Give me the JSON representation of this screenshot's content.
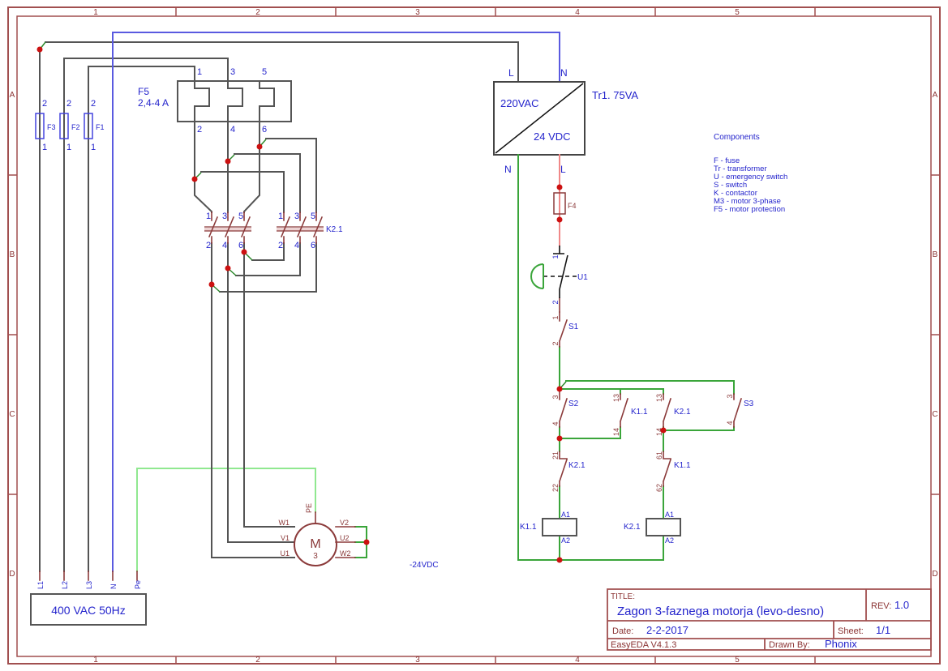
{
  "frame": {
    "columns": [
      "1",
      "2",
      "3",
      "4",
      "5"
    ],
    "rows": [
      "A",
      "B",
      "C",
      "D"
    ]
  },
  "supply": {
    "box_label": "400 VAC 50Hz",
    "line_labels": [
      "L1",
      "L2",
      "L3",
      "N",
      "Pe"
    ]
  },
  "fuses": {
    "f3": "F3",
    "f2": "F2",
    "f1": "F1",
    "pin_top": "2",
    "pin_bottom": "1"
  },
  "f5": {
    "name": "F5",
    "rating": "2,4-4 A",
    "pins_top": [
      "1",
      "3",
      "5"
    ],
    "pins_bottom": [
      "2",
      "4",
      "6"
    ]
  },
  "main_contacts": {
    "label": "K2.1",
    "pins_top": [
      "1",
      "3",
      "5"
    ],
    "pins_bottom": [
      "2",
      "4",
      "6"
    ]
  },
  "motor": {
    "letter": "M",
    "phases": "3",
    "pin_w1": "W1",
    "pin_v1": "V1",
    "pin_u1": "U1",
    "pin_v2": "V2",
    "pin_u2": "U2",
    "pin_w2": "W2",
    "pin_pe": "PE"
  },
  "transformer": {
    "name": "Tr1. 75VA",
    "primary": "220VAC",
    "secondary": "24 VDC",
    "pin_top_l": "L",
    "pin_top_n": "N",
    "pin_bot_n": "N",
    "pin_bot_l": "L"
  },
  "f4": {
    "name": "F4"
  },
  "u1": {
    "name": "U1",
    "pin1": "1",
    "pin2": "2"
  },
  "s1": {
    "name": "S1",
    "pin1": "1",
    "pin2": "2"
  },
  "s2": {
    "name": "S2",
    "pin1": "3",
    "pin2": "4"
  },
  "s3": {
    "name": "S3",
    "pin1": "3",
    "pin2": "4"
  },
  "k11_no": {
    "name": "K1.1",
    "pin1": "13",
    "pin2": "14"
  },
  "k21_no": {
    "name": "K2.1",
    "pin1": "13",
    "pin2": "14"
  },
  "k21_nc": {
    "name": "K2.1",
    "pin1": "21",
    "pin2": "22"
  },
  "k11_nc": {
    "name": "K1.1",
    "pin1": "61",
    "pin2": "62"
  },
  "k11_coil": {
    "name": "K1.1",
    "pin_a1": "A1",
    "pin_a2": "A2"
  },
  "k21_coil": {
    "name": "K2.1",
    "pin_a1": "A1",
    "pin_a2": "A2"
  },
  "nets": {
    "dc_neg": "-24VDC"
  },
  "legend": {
    "heading": "Components",
    "items": [
      "F - fuse",
      "Tr - transformer",
      "U - emergency switch",
      "S - switch",
      "K - contactor",
      "M3 - motor 3-phase",
      "F5 - motor protection"
    ]
  },
  "title_block": {
    "title_label": "TITLE:",
    "title": "Zagon 3-faznega motorja (levo-desno)",
    "rev_label": "REV:",
    "rev": "1.0",
    "date_label": "Date:",
    "date": "2-2-2017",
    "sheet_label": "Sheet:",
    "sheet": "1/1",
    "software": "EasyEDA V4.1.3",
    "drawn_by_label": "Drawn By:",
    "drawn_by": "Phonix"
  },
  "colors": {
    "frame": "#a14f4f",
    "wire_gray": "#545454",
    "wire_blue": "#5a5ae0",
    "wire_green": "#3aa53a",
    "wire_light_green": "#90e890",
    "wire_salmon": "#f08888",
    "symbol_maroon": "#8b3a3a",
    "label_blue": "#2424cc",
    "junction_red": "#cc1111"
  }
}
